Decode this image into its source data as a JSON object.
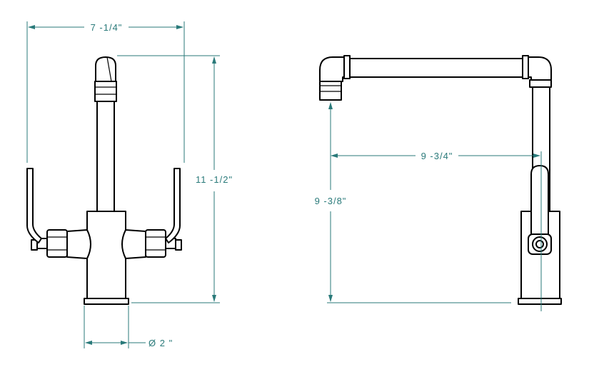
{
  "colors": {
    "dimension": "#2a7a7a",
    "outline": "#000000",
    "background": "#ffffff"
  },
  "dimensions": {
    "front_width": "7 -1/4\"",
    "front_height": "11 -1/2\"",
    "base_diameter": "Ø 2 \"",
    "side_reach": "9 -3/4\"",
    "side_spout_height": "9 -3/8\""
  }
}
